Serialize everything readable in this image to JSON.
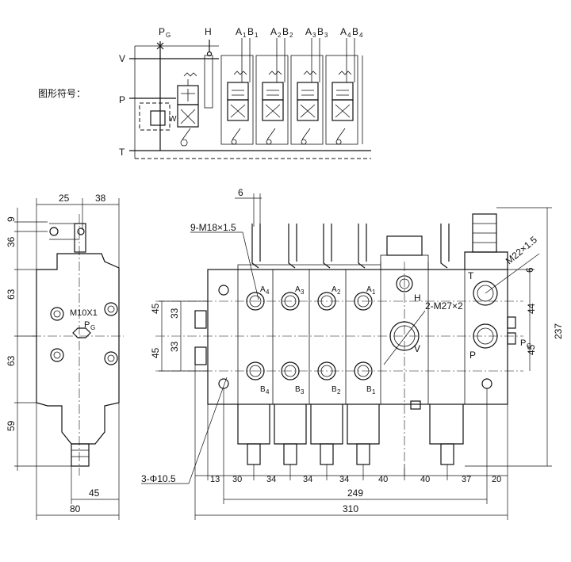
{
  "symbol": {
    "label": "图形符号：",
    "ports": {
      "pg": "P",
      "pg_sub": "G",
      "h": "H",
      "v": "V",
      "p": "P",
      "t": "T",
      "w": "W",
      "a1": "A",
      "b1": "B",
      "s1": "1",
      "a2": "A",
      "b2": "B",
      "s2": "2",
      "a3": "A",
      "b3": "B",
      "s3": "3",
      "a4": "A",
      "b4": "B",
      "s4": "4"
    }
  },
  "side_view": {
    "top_dims": [
      "25",
      "38"
    ],
    "left_dims": [
      "9",
      "36",
      "63",
      "63",
      "59"
    ],
    "bottom_dims": [
      "45",
      "80"
    ],
    "thread_label": "M10X1",
    "pg": "P",
    "pg_sub": "G"
  },
  "front_view": {
    "callouts": {
      "thread_a": "9-M18×1.5",
      "thread_b": "2-M27×2",
      "thread_c": "M22×1.5",
      "holes": "3-Φ10.5"
    },
    "top_dim": "6",
    "right_top_dim": "6",
    "left_dims": [
      "45",
      "33",
      "33",
      "45"
    ],
    "right_dims": [
      "44",
      "45",
      "237"
    ],
    "ports": {
      "a4": "A",
      "a4s": "4",
      "a3": "A",
      "a3s": "3",
      "a2": "A",
      "a2s": "2",
      "a1": "A",
      "a1s": "1",
      "b4": "B",
      "b4s": "4",
      "b3": "B",
      "b3s": "3",
      "b2": "B",
      "b2s": "2",
      "b1": "B",
      "b1s": "1",
      "h": "H",
      "v": "V",
      "t": "T",
      "p": "P",
      "pg": "P",
      "pg_sub": "G"
    },
    "bottom_dims": [
      "13",
      "30",
      "34",
      "34",
      "34",
      "40",
      "40",
      "37",
      "20"
    ],
    "overall_249": "249",
    "overall_310": "310"
  }
}
